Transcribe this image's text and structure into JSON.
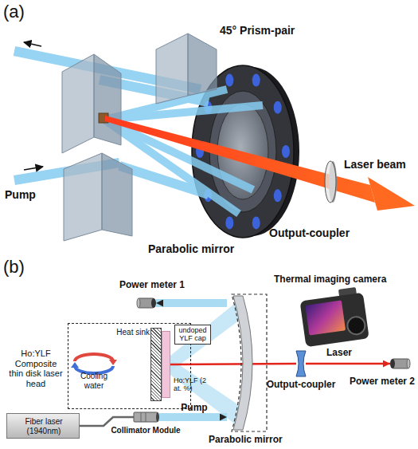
{
  "diagram": {
    "nodes": [
      {
        "text": [
          "Power meter 1"
        ]
      },
      {
        "text": [
          "Ho:YLF Composite thin disk laser head"
        ]
      },
      {
        "text": [
          "Heat sink"
        ],
        "in": 1
      },
      {
        "text": [
          "undoped YLF cap",
          "Ho:YLF (2 at. %)"
        ],
        "in": 1
      },
      {
        "text": [
          "Parabolic mirror"
        ]
      },
      {
        "text": [
          "Output-coupler"
        ]
      },
      {
        "text": [
          "Power meter 2"
        ]
      },
      {
        "text": [
          "Fiber laser (1940nm)"
        ]
      },
      {
        "text": [
          "Collimator Module"
        ]
      }
    ],
    "edges": [
      {
        "from": 7,
        "to": 8,
        "arrow": "none"
      },
      {
        "from": 8,
        "to": 4,
        "label": "Pump",
        "arrow": "to"
      },
      {
        "from": 4,
        "to": 0,
        "arrow": "to"
      },
      {
        "from": 3,
        "to": 5,
        "arrow": "none"
      },
      {
        "from": 5,
        "to": 6,
        "label": "Laser",
        "arrow": "to"
      }
    ],
    "labels": [
      "(a)",
      "45° Prism-pair",
      "Pump",
      "Laser beam",
      "Output-coupler",
      "Parabolic mirror",
      "(b)",
      "Thermal imaging camera",
      "Cooling water"
    ]
  }
}
